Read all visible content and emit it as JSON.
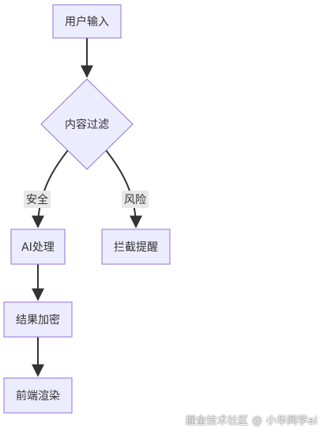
{
  "nodes": {
    "input": "用户输入",
    "filter": "内容过滤",
    "ai": "AI处理",
    "block": "拦截提醒",
    "encrypt": "结果加密",
    "render": "前端渲染"
  },
  "edges": {
    "safe": "安全",
    "risk": "风险"
  },
  "watermark": "掘金技术社区 @ 小华同学ai",
  "colors": {
    "node_fill": "#ececff",
    "node_stroke": "#9370db",
    "edge": "#333333",
    "label_bg": "#e8e8e8"
  }
}
